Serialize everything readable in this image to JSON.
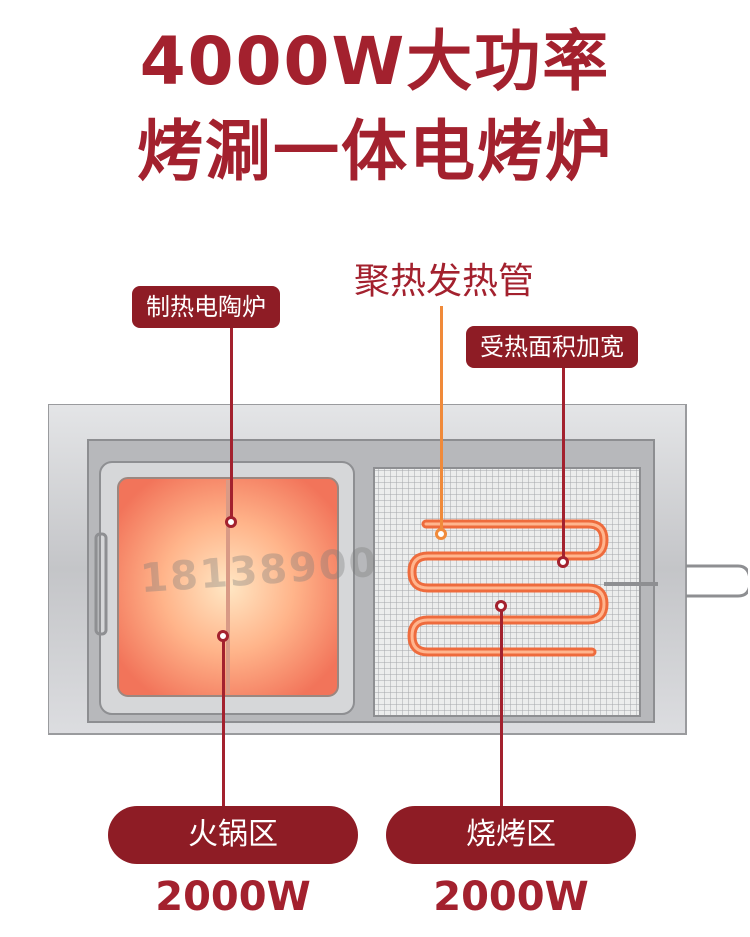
{
  "headline": {
    "line1": "4000W大功率",
    "line2": "烤涮一体电烤炉"
  },
  "callouts": {
    "heating_tube": "聚热发热管",
    "ceramic_stove": "制热电陶炉",
    "wider_area": "受热面积加宽"
  },
  "zones": [
    {
      "label": "火锅区",
      "power": "2000W"
    },
    {
      "label": "烧烤区",
      "power": "2000W"
    }
  ],
  "watermark": "18138900",
  "colors": {
    "brand_red": "#a3212e",
    "tag_red": "#8e1c25",
    "tube_orange": "#f08a3a",
    "steel": "#c9cacc"
  }
}
